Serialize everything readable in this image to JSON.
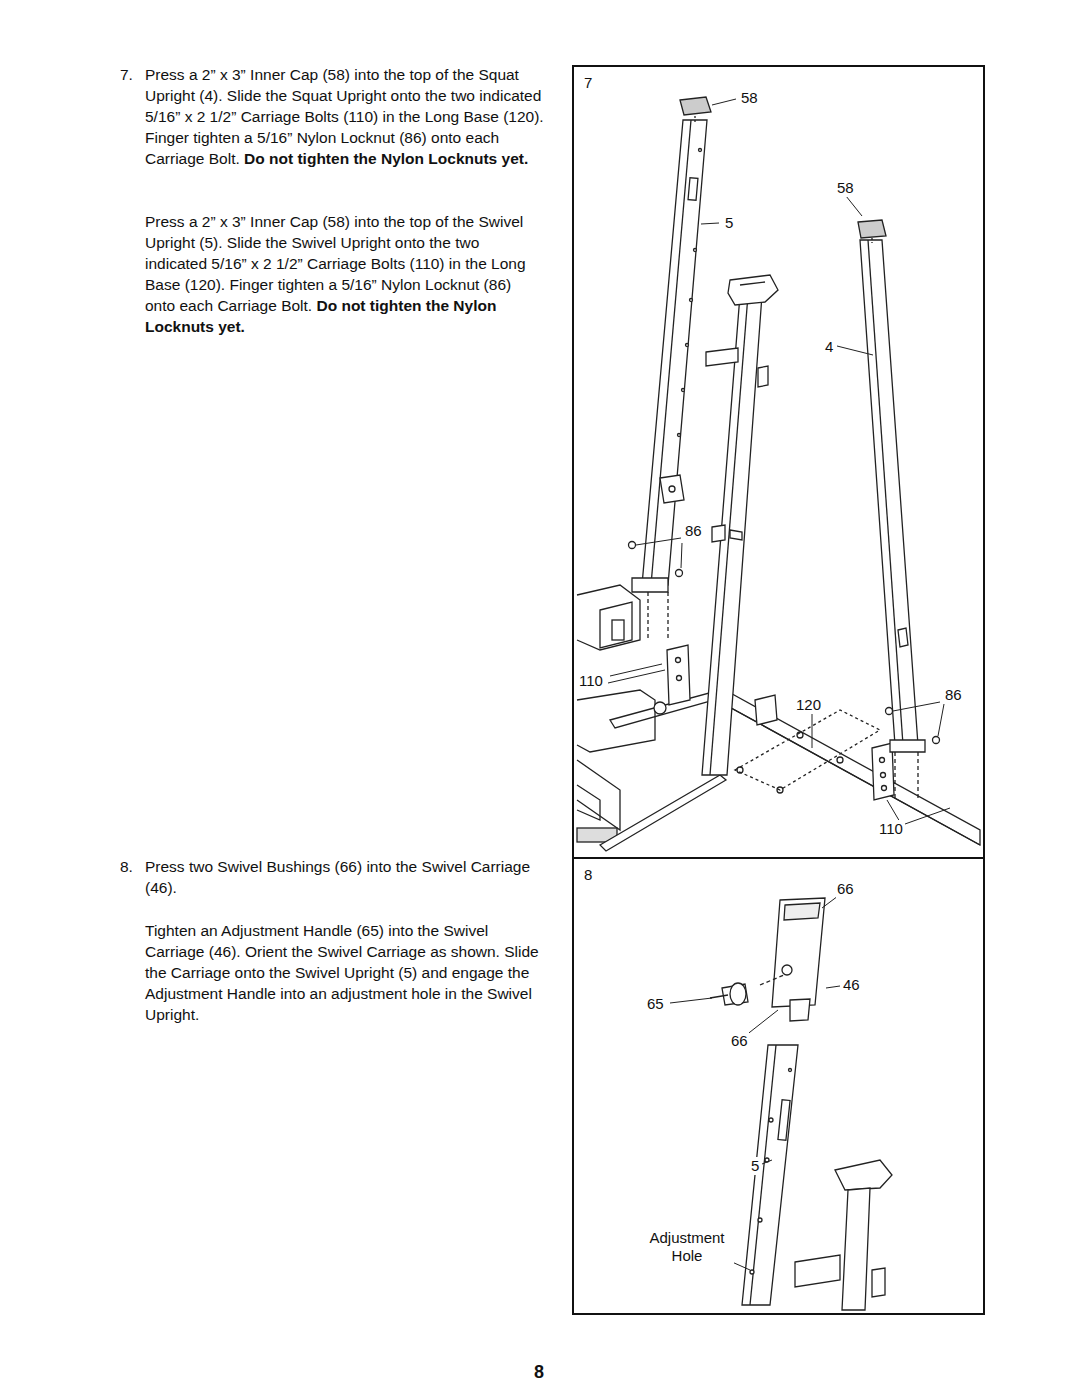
{
  "diagram": {
    "labels": [
      "7.",
      "Press a 2” x 3” Inner Cap (58) into the top of the Squat Upright (4). Slide the Squat Upright onto the two indicated 5/16” x 2 1/2” Carriage Bolts (110) in the Long Base (120). Finger tighten a 5/16” Nylon Locknut (86) onto each Carriage Bolt.",
      "Do not tighten the Nylon Locknuts yet.",
      "Press a 2” x 3” Inner Cap (58) into the top of the Swivel Upright (5). Slide the Swivel Upright onto the two indicated 5/16” x 2 1/2” Carriage Bolts (110) in the Long Base (120). Finger tighten a 5/16” Nylon Locknut (86) onto each Carriage Bolt.",
      "Do not tighten the Nylon Locknuts yet.",
      "8.",
      "Press two Swivel Bushings (66) into the Swivel Carriage (46).",
      "Tighten an Adjustment Handle (65) into the Swivel Carriage (46). Orient the Swivel Carriage as shown. Slide the Carriage onto the Swivel Upright (5) and engage the Adjustment Handle into an adjustment hole in the Swivel Upright.",
      "7",
      "58",
      "58",
      "5",
      "4",
      "86",
      "110",
      "120",
      "86",
      "110",
      "8",
      "66",
      "46",
      "65",
      "66",
      "5",
      "Adjustment Hole",
      "8"
    ]
  }
}
